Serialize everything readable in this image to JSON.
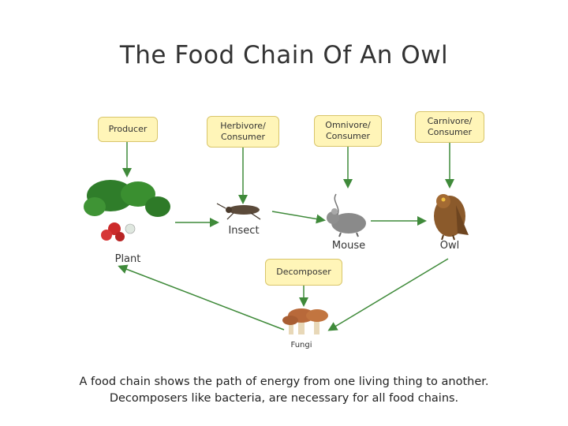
{
  "title": "The Food Chain Of An Owl",
  "roles": {
    "producer": "Producer",
    "herbivore": "Herbivore/ Consumer",
    "omnivore": "Omnivore/ Consumer",
    "carnivore": "Carnivore/ Consumer",
    "decomposer": "Decomposer"
  },
  "organisms": {
    "plant": "Plant",
    "insect": "Insect",
    "mouse": "Mouse",
    "owl": "Owl",
    "fungi": "Fungi"
  },
  "caption": {
    "line1": "A food chain shows the path of energy from one living thing to another.",
    "line2": "Decomposers like bacteria, are necessary for all food chains."
  },
  "colors": {
    "box_fill": "#fff5b8",
    "box_border": "#d8c56a",
    "arrow": "#3f8a3a"
  }
}
